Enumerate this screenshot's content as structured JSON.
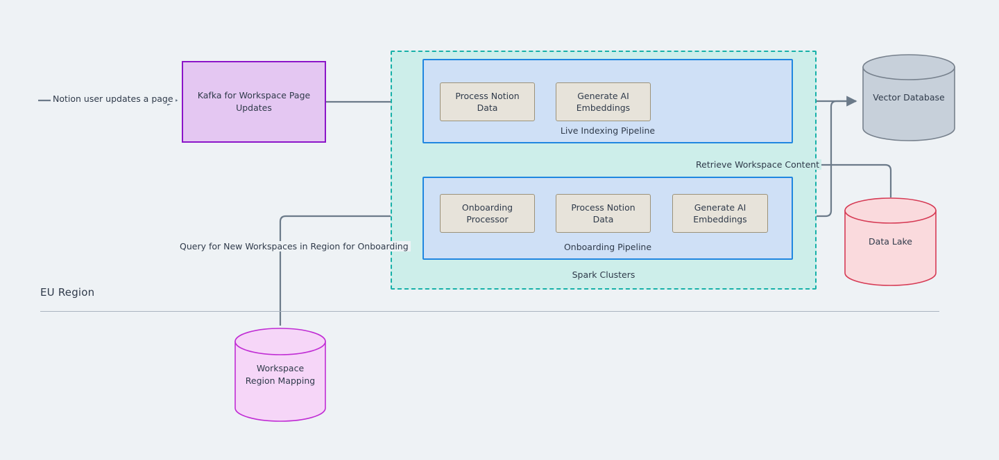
{
  "diagram": {
    "region_label": "EU Region",
    "colors": {
      "background": "#eef2f5",
      "kafka_fill": "#e4c7f2",
      "kafka_stroke": "#8b15c8",
      "cluster_fill": "#cdeeea",
      "cluster_stroke": "#16b0a8",
      "pipeline_fill": "#cfe0f6",
      "pipeline_stroke": "#1f86e0",
      "task_fill": "#e7e3da",
      "task_stroke": "#9b9178",
      "vector_db_fill": "#c7d0da",
      "vector_db_stroke": "#76808c",
      "data_lake_fill": "#fadadd",
      "data_lake_stroke": "#d63a54",
      "ws_mapping_fill": "#f6d6f8",
      "ws_mapping_stroke": "#c02cd4",
      "edge_stroke": "#6b7a89",
      "text": "#2f3a4a"
    },
    "nodes": {
      "kafka": {
        "label": "Kafka for Workspace Page Updates"
      },
      "spark_cluster": {
        "label": "Spark Clusters"
      },
      "live_pipeline": {
        "label": "Live Indexing Pipeline",
        "tasks": [
          {
            "label": "Process Notion Data"
          },
          {
            "label": "Generate AI Embeddings"
          }
        ]
      },
      "onboarding_pipeline": {
        "label": "Onboarding Pipeline",
        "tasks": [
          {
            "label": "Onboarding Processor"
          },
          {
            "label": "Process Notion Data"
          },
          {
            "label": "Generate AI Embeddings"
          }
        ]
      },
      "vector_database": {
        "label": "Vector Database"
      },
      "data_lake": {
        "label": "Data Lake"
      },
      "workspace_region_mapping": {
        "label": "Workspace Region Mapping"
      }
    },
    "edges": [
      {
        "id": "notion-update",
        "label": "Notion user updates a page",
        "from": "user",
        "to": "kafka"
      },
      {
        "id": "kafka-to-live",
        "label": "",
        "from": "kafka",
        "to": "live_pipeline"
      },
      {
        "id": "live-to-vector",
        "label": "",
        "from": "live_pipeline",
        "to": "vector_database"
      },
      {
        "id": "onboarding-to-vector",
        "label": "",
        "from": "onboarding_pipeline",
        "to": "vector_database"
      },
      {
        "id": "retrieve-content",
        "label": "Retrieve Workspace Content",
        "from": "data_lake",
        "to": "onboarding_pipeline"
      },
      {
        "id": "query-workspaces",
        "label": "Query for New Workspaces in Region for Onboarding",
        "from": "workspace_region_mapping",
        "to": "onboarding_pipeline"
      }
    ]
  }
}
